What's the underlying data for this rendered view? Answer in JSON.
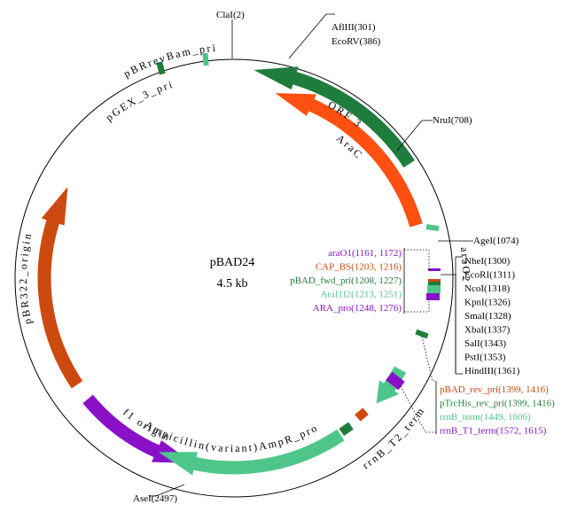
{
  "plasmid": {
    "name": "pBAD24",
    "size": "4.5 kb"
  },
  "colors": {
    "dark_green": "#1e7d3c",
    "orange_red": "#ff5012",
    "brick": "#cc4a10",
    "light_green": "#4ec68a",
    "purple": "#8a10c8",
    "mid_green": "#2a9a52"
  },
  "features": [
    {
      "name": "ORF_3",
      "label": "ORF 3",
      "start": 0.158,
      "end": 0.015,
      "color": "#1e7d3c",
      "ring": "outer"
    },
    {
      "name": "AraC",
      "label": "AraC",
      "start": 0.205,
      "end": 0.035,
      "color": "#ff5012",
      "ring": "inner"
    },
    {
      "name": "pBR322_origin",
      "label": "pBR322_origin",
      "start": 0.655,
      "end": 0.83,
      "color": "#cc4a10",
      "ring": "inner"
    },
    {
      "name": "f1_origin",
      "label": "f1 origin",
      "start": 0.64,
      "end": 0.535,
      "color": "#8a10c8",
      "ring": "inner"
    },
    {
      "name": "AmpR",
      "label": "Ampicillin(variant)AmpR_pro",
      "start": 0.405,
      "end": 0.565,
      "color": "#4ec68a",
      "ring": "inner"
    },
    {
      "name": "rrnB_term_arrow",
      "label": "",
      "start": 0.33,
      "end": 0.365,
      "color": "#4ec68a",
      "ring": "inner"
    }
  ],
  "feature_labels": {
    "orf3": "ORF 3",
    "arac": "AraC",
    "pbr322_origin": "pBR322_origin",
    "f1_origin": "f1 origin",
    "ampr": "Ampicillin(variant)AmpR_pro",
    "pbr_rev_bam": "pBRrevBam_pri",
    "pgex3": "pGEX_3_pri",
    "arao2": "araO2",
    "rrnb_t2": "rrnB_T2_term"
  },
  "sites": {
    "clai": "ClaI(2)",
    "afliii": "AflIII(301)",
    "ecorv": "EcoRV(386)",
    "nrui": "NruI(708)",
    "agei": "AgeI(1074)",
    "asei": "AseI(2497)"
  },
  "mcs_sites": [
    "NheI(1300)",
    "EcoRI(1311)",
    "NcoI(1318)",
    "KpnI(1326)",
    "SmaI(1328)",
    "XbaI(1337)",
    "SalI(1343)",
    "PstI(1353)",
    "HindIII(1361)"
  ],
  "left_features": [
    {
      "label": "araO1(1161, 1172)",
      "color": "#8a10c8"
    },
    {
      "label": "CAP_BS(1203, 1216)",
      "color": "#cc4a10"
    },
    {
      "label": "pBAD_fwd_pri(1208, 1227)",
      "color": "#1e7d3c"
    },
    {
      "label": "AraI1I2(1213, 1251)",
      "color": "#4ec68a"
    },
    {
      "label": "ARA_pro(1248, 1276)",
      "color": "#8a10c8"
    }
  ],
  "right_features": [
    {
      "label": "pBAD_rev_pri(1399, 1416)",
      "color": "#cc4a10"
    },
    {
      "label": "pTrcHis_rev_pri(1399, 1416)",
      "color": "#1e7d3c"
    },
    {
      "label": "rrnB_term(1449, 1606)",
      "color": "#4ec68a"
    },
    {
      "label": "rrnB_T1_term(1572, 1615)",
      "color": "#8a10c8"
    }
  ]
}
